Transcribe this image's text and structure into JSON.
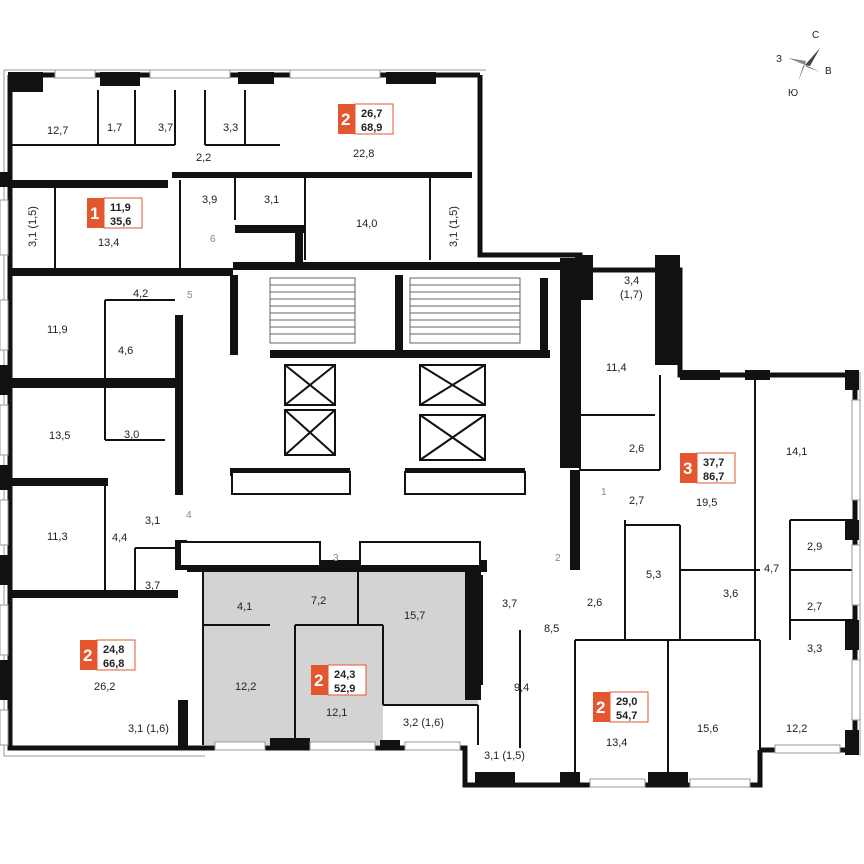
{
  "compass": {
    "north": "С",
    "west": "З",
    "east": "В",
    "south": "Ю"
  },
  "colors": {
    "accent": "#e4572e",
    "wall": "#111111",
    "highlight": "#d3d3d3"
  },
  "apartments": [
    {
      "rooms": "2",
      "living": "26,7",
      "total": "68,9"
    },
    {
      "rooms": "1",
      "living": "11,9",
      "total": "35,6"
    },
    {
      "rooms": "3",
      "living": "37,7",
      "total": "86,7"
    },
    {
      "rooms": "2",
      "living": "24,8",
      "total": "66,8"
    },
    {
      "rooms": "2",
      "living": "24,3",
      "total": "52,9"
    },
    {
      "rooms": "2",
      "living": "29,0",
      "total": "54,7"
    }
  ],
  "rooms": [
    "12,7",
    "1,7",
    "3,7",
    "3,3",
    "22,8",
    "2,2",
    "3,9",
    "3,1",
    "14,0",
    "3,1 (1,5)",
    "13,4",
    "3,1 (1,5)",
    "6",
    "4,2",
    "5",
    "11,9",
    "4,6",
    "3,4",
    "(1,7)",
    "11,4",
    "13,5",
    "3,0",
    "2,6",
    "14,1",
    "1",
    "2,7",
    "19,5",
    "11,3",
    "3,1",
    "4",
    "4,4",
    "2,9",
    "3",
    "2",
    "3,7",
    "4,1",
    "7,2",
    "15,7",
    "3,7",
    "5,3",
    "3,6",
    "4,7",
    "2,7",
    "8,5",
    "2,6",
    "3,3",
    "26,2",
    "12,2",
    "12,1",
    "9,4",
    "13,4",
    "15,6",
    "12,2",
    "3,1 (1,6)",
    "3,2 (1,6)",
    "3,1 (1,5)"
  ]
}
